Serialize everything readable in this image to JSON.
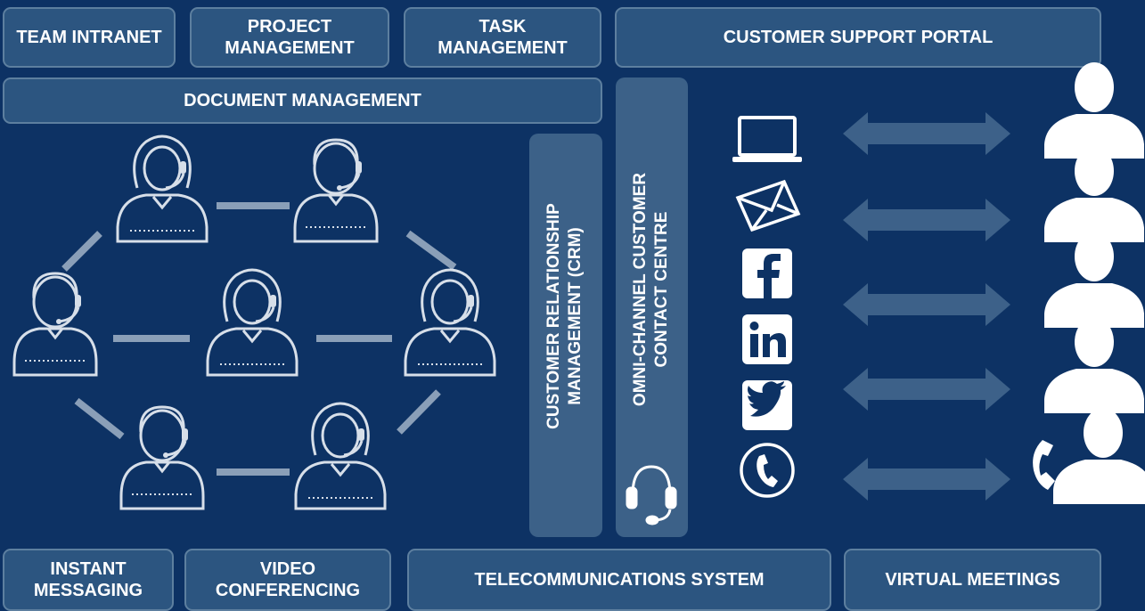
{
  "top_boxes": {
    "team_intranet": "TEAM INTRANET",
    "project_management": "PROJECT\nMANAGEMENT",
    "task_management": "TASK\nMANAGEMENT",
    "customer_support_portal": "CUSTOMER SUPPORT PORTAL"
  },
  "document_management": "DOCUMENT MANAGEMENT",
  "crm": "CUSTOMER RELATIONSHIP\nMANAGEMENT (CRM)",
  "contact_centre": "OMNI-CHANNEL CUSTOMER\nCONTACT CENTRE",
  "bottom_boxes": {
    "instant_messaging": "INSTANT\nMESSAGING",
    "video_conferencing": "VIDEO\nCONFERENCING",
    "telecommunications_system": "TELECOMMUNICATIONS SYSTEM",
    "virtual_meetings": "VIRTUAL MEETINGS"
  },
  "channel_icons": [
    "laptop-icon",
    "envelope-icon",
    "facebook-icon",
    "linkedin-icon",
    "twitter-icon",
    "phone-icon"
  ],
  "colors": {
    "background": "#0d3264",
    "box_fill": "#2c5580",
    "box_border": "#5d7f9f",
    "vertical_bar": "#3c6188",
    "connector": "#8a9fb8",
    "arrow": "#3d6189",
    "text": "#ffffff"
  }
}
